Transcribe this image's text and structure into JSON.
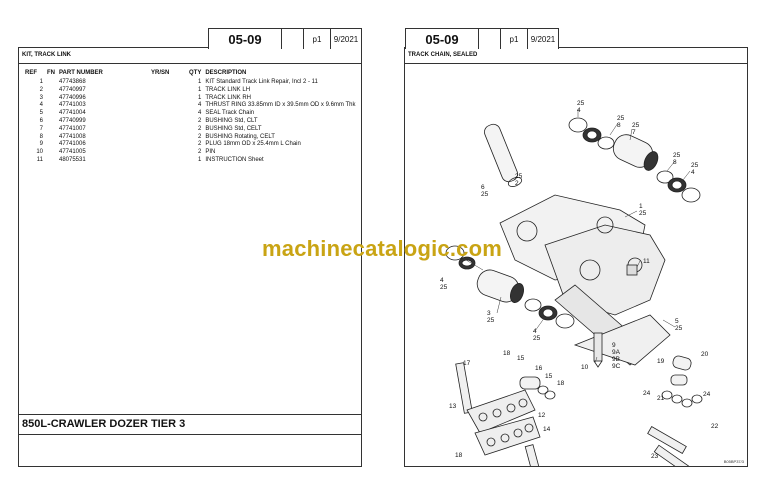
{
  "left": {
    "header": {
      "code": "05-09",
      "page": "p1",
      "date": "9/2021"
    },
    "section_title": "KIT, TRACK LINK",
    "columns": {
      "ref": "REF",
      "fn": "FN",
      "part_number": "PART NUMBER",
      "yrsn": "YR/SN",
      "qty": "QTY",
      "description": "DESCRIPTION"
    },
    "rows": [
      {
        "ref": "1",
        "part": "47743868",
        "qty": "1",
        "desc": "KIT  Standard Track Link Repair, Incl 2 - 11"
      },
      {
        "ref": "2",
        "part": "47740997",
        "qty": "1",
        "desc": "TRACK LINK  LH"
      },
      {
        "ref": "3",
        "part": "47740996",
        "qty": "1",
        "desc": "TRACK LINK  RH"
      },
      {
        "ref": "4",
        "part": "47741003",
        "qty": "4",
        "desc": "THRUST RING 33.85mm ID x 39.5mm OD x 9.6mm Thk"
      },
      {
        "ref": "5",
        "part": "47741004",
        "qty": "4",
        "desc": "SEAL  Track Chain"
      },
      {
        "ref": "6",
        "part": "47740999",
        "qty": "2",
        "desc": "BUSHING  Std, CLT"
      },
      {
        "ref": "7",
        "part": "47741007",
        "qty": "2",
        "desc": "BUSHING  Std, CELT"
      },
      {
        "ref": "8",
        "part": "47741008",
        "qty": "2",
        "desc": "BUSHING  Rotating, CELT"
      },
      {
        "ref": "9",
        "part": "47741006",
        "qty": "2",
        "desc": "PLUG 18mm OD x 25.4mm L Chain"
      },
      {
        "ref": "10",
        "part": "47741005",
        "qty": "2",
        "desc": "PIN"
      },
      {
        "ref": "11",
        "part": "48075531",
        "qty": "1",
        "desc": "INSTRUCTION  Sheet"
      }
    ],
    "model": "850L-CRAWLER DOZER TIER 3"
  },
  "right": {
    "header": {
      "code": "05-09",
      "page": "p1",
      "date": "9/2021"
    },
    "section_title": "TRACK CHAIN, SEALED",
    "callouts": {
      "c25a": "25",
      "c4a": "4",
      "c25b": "25",
      "c8a": "8",
      "c25c": "25",
      "c7": "7",
      "c25d": "25",
      "c2": "2",
      "c6": "6",
      "c25e": "25",
      "c25f": "25",
      "c8b": "8",
      "c25g": "25",
      "c4b": "4",
      "c1": "1",
      "c25h": "25",
      "c11": "11",
      "c4c": "4",
      "c25i": "25",
      "c3": "3",
      "c25j": "25",
      "c4d": "4",
      "c25k": "25",
      "c5": "5",
      "c25l": "25",
      "c9": "9",
      "c9a": "9A",
      "c9b": "9B",
      "c9c": "9C",
      "c10": "10",
      "c17": "17",
      "c18a": "18",
      "c15": "15",
      "c16": "16",
      "c15b": "15",
      "c18b": "18",
      "c13": "13",
      "c12": "12",
      "c14": "14",
      "c18c": "18",
      "c20": "20",
      "c19": "19",
      "c24a": "24",
      "c21": "21",
      "c24b": "24",
      "c22": "22",
      "c23": "23"
    },
    "footcode": "B05BP37/3"
  },
  "watermark": "machinecatalogic.com"
}
